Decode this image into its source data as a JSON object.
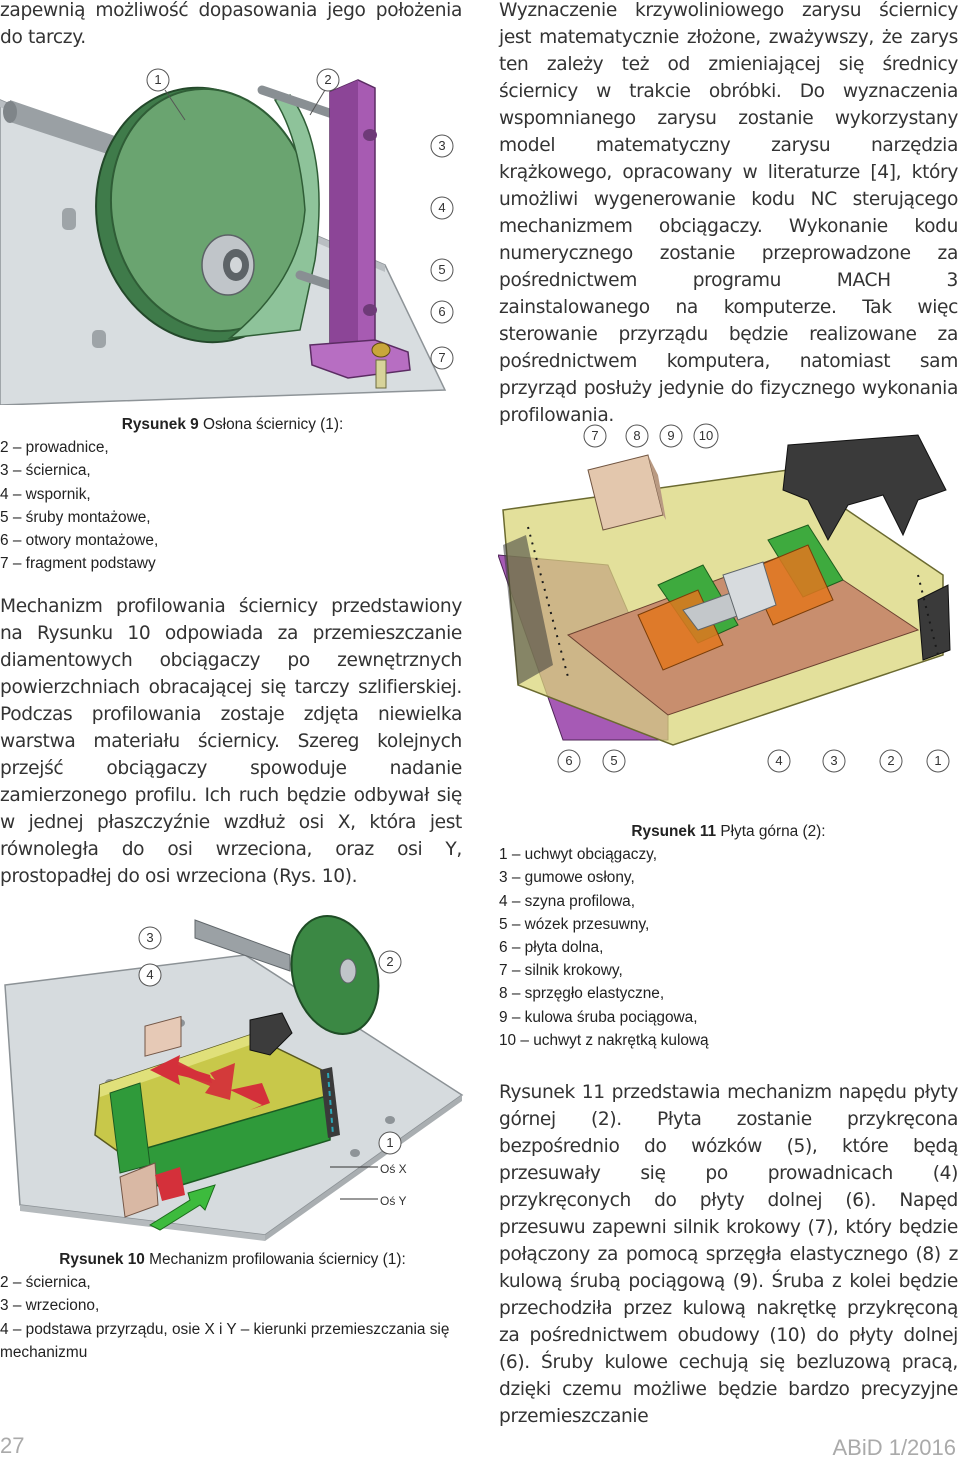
{
  "column_left_top": {
    "text": "zapewnią możliwość dopasowania jego położenia do tarczy."
  },
  "column_right_top": {
    "text": "Wyznaczenie krzywoliniowego zarysu ściernicy jest matematycznie złożone, zważywszy, że zarys ten zależy też od zmieniającej się średnicy ściernicy w trakcie obróbki. Do wyznaczenia wspomnianego zarysu zostanie wykorzystany model matematyczny zarysu narzędzia krążkowego, opracowany w literaturze [4], który umożliwi wygenerowanie kodu NC sterującego mechanizmem obciągaczy. Wykonanie kodu numerycznego zostanie przeprowadzone za pośrednictwem programu MACH 3 zainstalowanego na komputerze. Tak więc sterowanie przyrządu będzie realizowane za pośrednictwem komputera, natomiast sam przyrząd posłuży jedynie do fizycznego wykonania profilowania."
  },
  "figure9": {
    "callouts": [
      "1",
      "2",
      "3",
      "4",
      "5",
      "6",
      "7"
    ],
    "caption_label": "Rysunek 9",
    "caption_title": " Osłona ściernicy (1):",
    "caption_items": [
      "2 – prowadnice,",
      "3 – ściernica,",
      "4 – wspornik,",
      "5 – śruby montażowe,",
      "6 – otwory montażowe,",
      "7 – fragment podstawy"
    ]
  },
  "paragraph_mechanism": {
    "text": "Mechanizm profilowania ściernicy przedstawiony na Rysunku 10 odpowiada za przemieszczanie diamentowych obciągaczy po zewnętrznych powierzchniach obracającej się tarczy szlifierskiej. Podczas profilowania zostaje zdjęta niewielka warstwa materiału ściernicy. Szereg kolejnych przejść obciągaczy spowoduje nadanie zamierzonego profilu. Ich ruch będzie odbywał się w jednej płaszczyźnie wzdłuż osi X, która jest równoległa do osi wrzeciona, oraz osi Y, prostopadłej do osi wrzeciona (Rys. 10)."
  },
  "figure10": {
    "callouts": [
      "3",
      "4",
      "2",
      "1"
    ],
    "axis_x_label": "Oś X",
    "axis_y_label": "Oś Y",
    "caption_label": "Rysunek 10",
    "caption_title": " Mechanizm profilowania ściernicy (1):",
    "caption_items": [
      "2 – ściernica,",
      "3 – wrzeciono,",
      "4 – podstawa przyrządu, osie X i Y – kierunki przemieszczania się mechanizmu"
    ]
  },
  "figure11": {
    "callouts_top": [
      "7",
      "8",
      "9",
      "10"
    ],
    "callouts_bottom": [
      "6",
      "5",
      "4",
      "3",
      "2",
      "1"
    ],
    "caption_label": "Rysunek 11",
    "caption_title": " Płyta górna (2):",
    "caption_items": [
      "1 – uchwyt obciągaczy,",
      "3 – gumowe osłony,",
      "4 – szyna profilowa,",
      "5 – wózek przesuwny,",
      "6 – płyta dolna,",
      "7 – silnik krokowy,",
      "8 – sprzęgło elastyczne,",
      "9 – kulowa śruba pociągowa,",
      "10 – uchwyt z nakrętką kulową"
    ]
  },
  "paragraph_plate": {
    "text": "Rysunek 11 przedstawia mechanizm napędu płyty górnej (2). Płyta zostanie przykręcona bezpośrednio do wózków (5), które będą przesuwały się po prowadnicach (4) przykręconych do płyty dolnej (6). Napęd przesuwu zapewni silnik krokowy (7), który będzie połączony za pomocą sprzęgła elastycznego (8) z kulową śrubą pociągową (9). Śruba z kolei będzie przechodziła przez kulową nakrętkę przykręconą za pośrednictwem obudowy (10) do płyty dolnej (6). Śruby kulowe cechują się bezluzową pracą, dzięki czemu możliwe będzie bardzo precyzyjne przemieszczanie"
  },
  "footer": {
    "page_number": "27",
    "journal": "ABiD 1/2016"
  },
  "colors": {
    "guard_green": "#5e9a5a",
    "bracket_purple": "#a75bb2",
    "plate_yellow": "#c8c86a",
    "plate_copper": "#c88e6e",
    "rail_green": "#46a046",
    "rail_orange": "#e2771e",
    "arrow_red": "#d4303a",
    "arrow_green": "#3dbb3d",
    "footer_grey": "#aaaaaa"
  }
}
